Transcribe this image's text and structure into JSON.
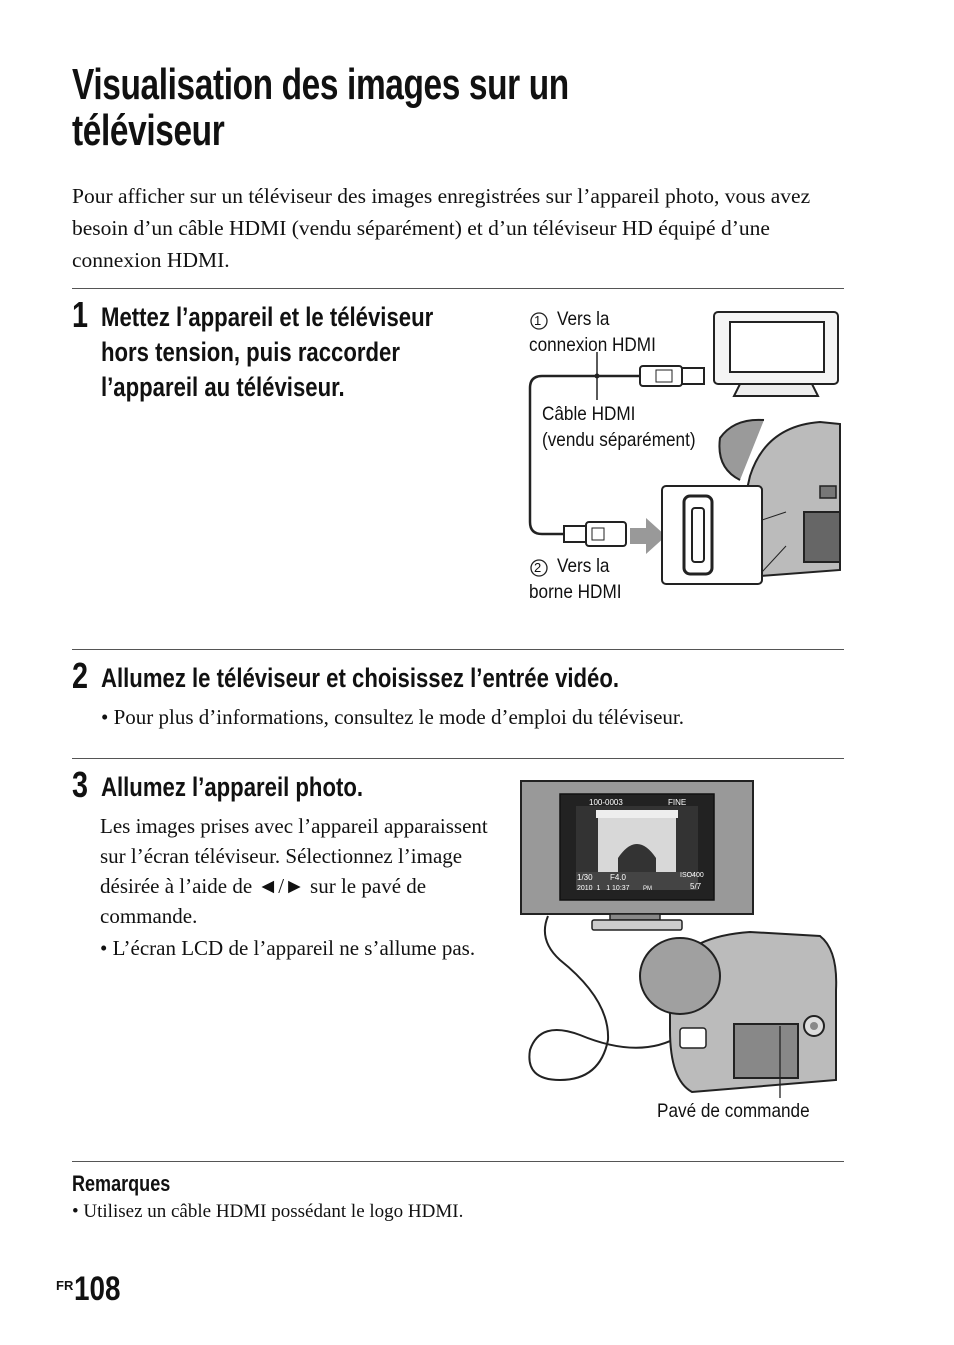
{
  "title": {
    "line1": "Visualisation des images sur un",
    "line2": "téléviseur"
  },
  "intro": "Pour afficher sur un téléviseur des images enregistrées sur l’appareil photo, vous avez besoin d’un câble HDMI (vendu séparément) et d’un téléviseur HD équipé d’une connexion HDMI.",
  "step1": {
    "number": "1",
    "line1": "Mettez l’appareil et le téléviseur",
    "line2": "hors tension, puis raccorder",
    "line3": "l’appareil au téléviseur.",
    "callout1_num": "1",
    "callout1_l1": "Vers la",
    "callout1_l2": "connexion HDMI",
    "cable_l1": "Câble HDMI",
    "cable_l2": "(vendu séparément)",
    "callout2_num": "2",
    "callout2_l1": "Vers la",
    "callout2_l2": "borne HDMI"
  },
  "step2": {
    "number": "2",
    "text": "Allumez le téléviseur et choisissez l’entrée vidéo.",
    "bullet": "• Pour plus d’informations, consultez le mode d’emploi du téléviseur."
  },
  "step3": {
    "number": "3",
    "text": "Allumez l’appareil photo.",
    "para": "Les images prises avec l’appareil apparaissent sur l’écran téléviseur. Sélectionnez l’image désirée à l’aide de ◄/► sur le pavé de commande.",
    "bullet": "• L’écran LCD de l’appareil ne s’allume pas.",
    "screen": {
      "folder": "100-0003",
      "quality": "FINE",
      "shutter": "1/30",
      "aperture": "F4.0",
      "date": "2010  1   1 10:37",
      "pm": "PM",
      "iso": "ISO400",
      "count": "5/7"
    },
    "pad_label": "Pavé de commande"
  },
  "notes": {
    "heading": "Remarques",
    "item": "• Utilisez un câble HDMI possédant le logo HDMI."
  },
  "footer": {
    "lang": "FR",
    "page": "108"
  }
}
